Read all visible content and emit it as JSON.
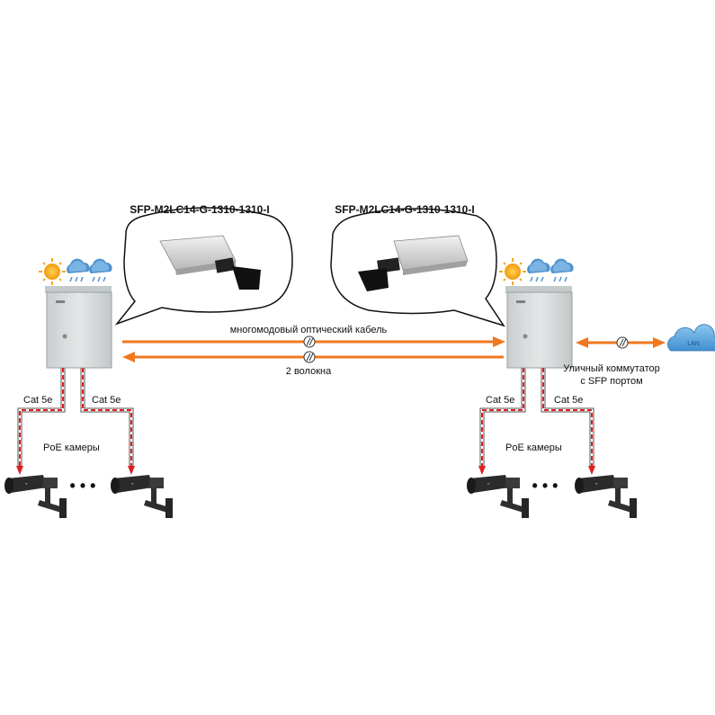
{
  "modules": {
    "left_title": "SFP-M2LC14-G-1310-1310-I",
    "right_title": "SFP-M2LC14-G-1310-1310-I"
  },
  "links": {
    "fiber_cable_label": "многомодовый оптический кабель",
    "fiber_count_label": "2 волокна"
  },
  "switch": {
    "caption_line1": "Уличный коммутатор",
    "caption_line2": "с SFP портом"
  },
  "lan_label": "LAN",
  "left_site": {
    "cable_left": "Cat 5e",
    "cable_right": "Cat 5e",
    "cameras_label": "PoE камеры",
    "ellipsis": "• • •"
  },
  "right_site": {
    "cable_left": "Cat 5e",
    "cable_right": "Cat 5e",
    "cameras_label": "PoE камеры",
    "ellipsis": "• • •"
  },
  "colors": {
    "fiber_arrow": "#f07820",
    "poe_dashes": "#e02020",
    "cable_jacket": "#555555",
    "enclosure": "#d8dcdc",
    "lan_cloud": "#5aa7de",
    "sun": "#f7b21b",
    "rain_cloud": "#4f93d0"
  },
  "icons": [
    "sun-icon",
    "rain-cloud-icon",
    "enclosure-icon",
    "sfp-module-icon",
    "camera-icon",
    "lan-cloud-icon",
    "cable-break-icon"
  ]
}
